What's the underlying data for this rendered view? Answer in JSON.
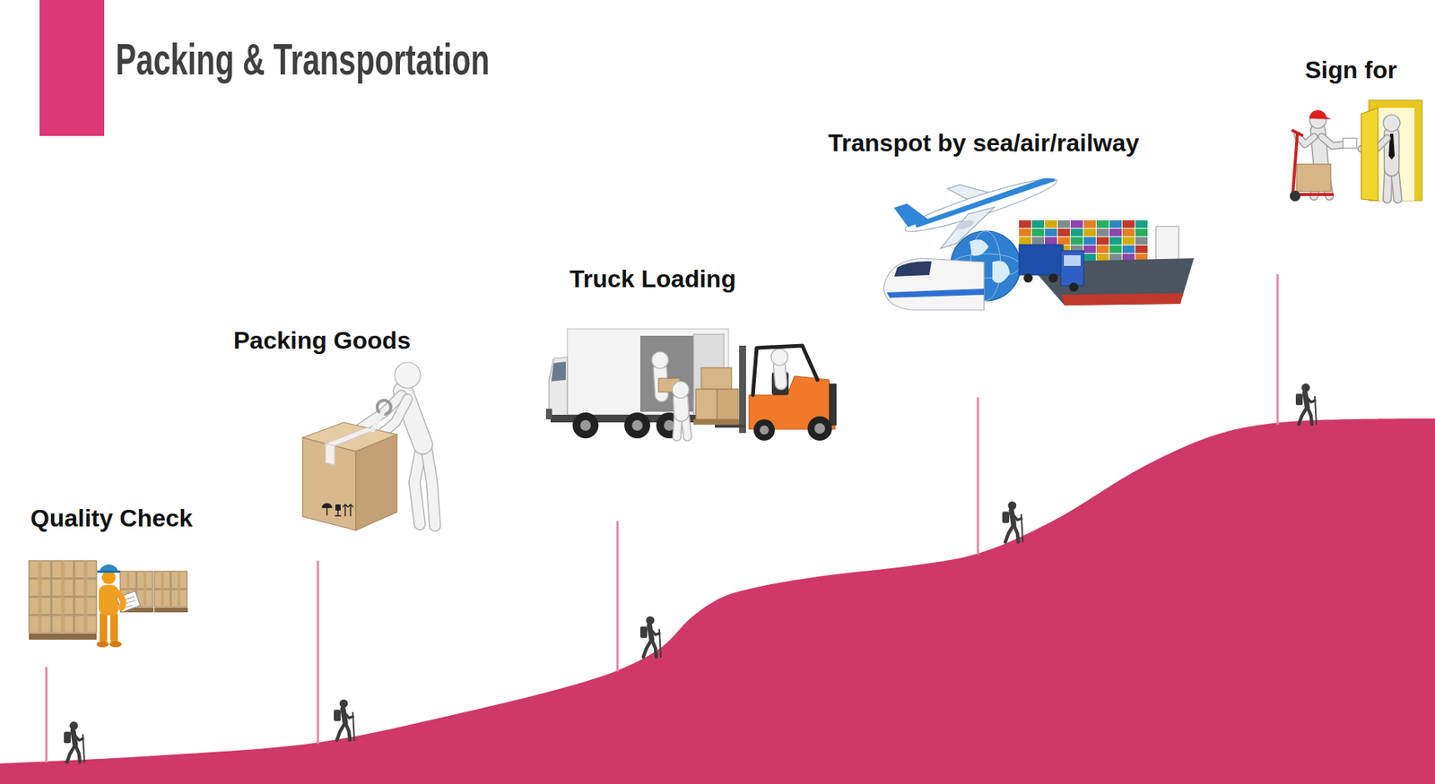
{
  "diagram": {
    "title": "Packing & Transportation",
    "labels": [
      "Quality Check",
      "Packing Goods",
      "Truck Loading",
      "Transpot by sea/air/railway",
      "Sign for"
    ]
  }
}
